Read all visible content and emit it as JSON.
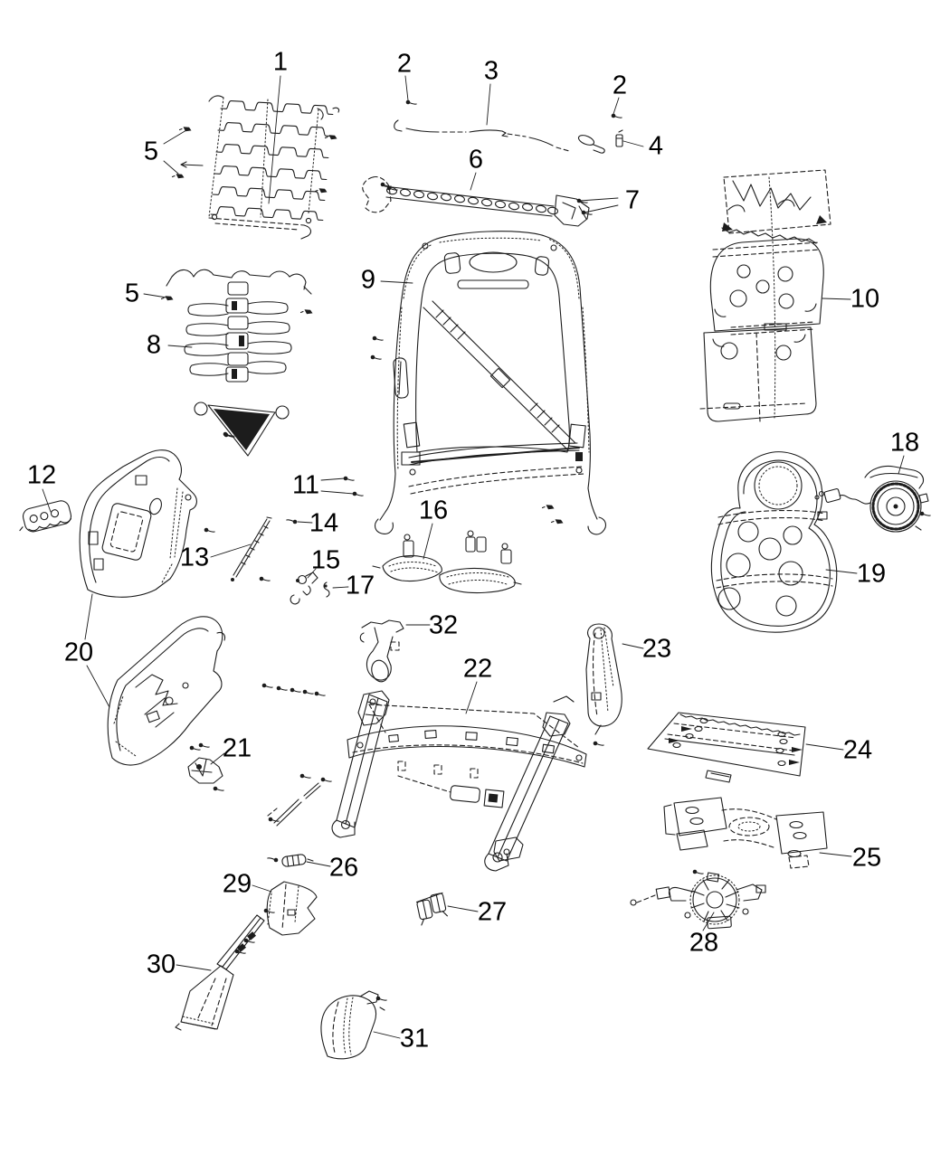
{
  "figure": {
    "background_color": "#ffffff",
    "line_color": "#1c1c1c",
    "label_color": "#000000"
  },
  "callouts": [
    {
      "num": "1"
    },
    {
      "num": "2"
    },
    {
      "num": "3"
    },
    {
      "num": "2"
    },
    {
      "num": "4"
    },
    {
      "num": "5"
    },
    {
      "num": "6"
    },
    {
      "num": "7"
    },
    {
      "num": "9"
    },
    {
      "num": "10"
    },
    {
      "num": "5"
    },
    {
      "num": "8"
    },
    {
      "num": "12"
    },
    {
      "num": "11"
    },
    {
      "num": "13"
    },
    {
      "num": "14"
    },
    {
      "num": "15"
    },
    {
      "num": "16"
    },
    {
      "num": "17"
    },
    {
      "num": "18"
    },
    {
      "num": "19"
    },
    {
      "num": "20"
    },
    {
      "num": "21"
    },
    {
      "num": "22"
    },
    {
      "num": "23"
    },
    {
      "num": "24"
    },
    {
      "num": "25"
    },
    {
      "num": "26"
    },
    {
      "num": "27"
    },
    {
      "num": "28"
    },
    {
      "num": "29"
    },
    {
      "num": "30"
    },
    {
      "num": "31"
    },
    {
      "num": "32"
    }
  ]
}
